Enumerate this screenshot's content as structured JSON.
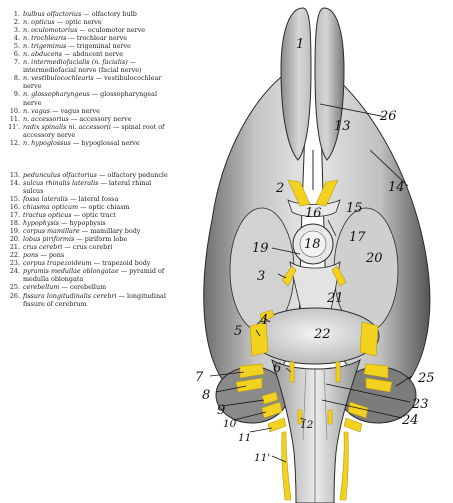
{
  "legend": [
    {
      "num": "1.",
      "lat": "bulbus olfactorius",
      "eng": "olfactory bulb"
    },
    {
      "num": "2.",
      "lat": "n. opticus",
      "eng": "optic nerve"
    },
    {
      "num": "3.",
      "lat": "n. oculomotorius",
      "eng": "oculomotor nerve"
    },
    {
      "num": "4.",
      "lat": "n. trochlearis",
      "eng": "trochlear nerve"
    },
    {
      "num": "5.",
      "lat": "n. trigeminus",
      "eng": "trigeminal nerve"
    },
    {
      "num": "6.",
      "lat": "n. abducens",
      "eng": "abducent nerve"
    },
    {
      "num": "7.",
      "lat": "n. intermediofacialis (n. facialis)",
      "eng": "intermediofacial nerve (facial nerve)"
    },
    {
      "num": "8.",
      "lat": "n. vestibulocochlearis",
      "eng": "vestibulocochlear nerve"
    },
    {
      "num": "9.",
      "lat": "n. glossopharyngeus",
      "eng": "glossopharyngeal nerve"
    },
    {
      "num": "10.",
      "lat": "n. vagus",
      "eng": "vagus nerve"
    },
    {
      "num": "11.",
      "lat": "n. accessorius",
      "eng": "accessory nerve"
    },
    {
      "num": "11'.",
      "lat": "radix spinalis ni. accessorii",
      "eng": "spinal root of accessory nerve"
    },
    {
      "num": "12.",
      "lat": "n. hypoglossus",
      "eng": "hypoglossal nerve"
    },
    {
      "num": "13.",
      "lat": "pedunculus olfactorius",
      "eng": "olfactory peduncle"
    },
    {
      "num": "14.",
      "lat": "sulcus rhinalis lateralis",
      "eng": "lateral rhinal sulcus"
    },
    {
      "num": "15.",
      "lat": "fossa lateralis",
      "eng": "lateral fossa"
    },
    {
      "num": "16.",
      "lat": "chiasma opticum",
      "eng": "optic chiasm"
    },
    {
      "num": "17.",
      "lat": "tractus opticus",
      "eng": "optic tract"
    },
    {
      "num": "18.",
      "lat": "hypophysis",
      "eng": "hypophysis"
    },
    {
      "num": "19.",
      "lat": "corpus mamillare",
      "eng": "mamillary body"
    },
    {
      "num": "20.",
      "lat": "lobus piriformis",
      "eng": "piriform lobe"
    },
    {
      "num": "21.",
      "lat": "crus cerebri",
      "eng": "crus cerebri"
    },
    {
      "num": "22.",
      "lat": "pons",
      "eng": "pons"
    },
    {
      "num": "23.",
      "lat": "corpus trapezoideum",
      "eng": "trapezoid body"
    },
    {
      "num": "24.",
      "lat": "pyramis medullae oblongatae",
      "eng": "pyramid of medulla oblongata"
    },
    {
      "num": "25.",
      "lat": "cerebellum",
      "eng": "cerebellum"
    },
    {
      "num": "26.",
      "lat": "fissura longitudinalis cerebri",
      "eng": "longitudinal fissure of cerebrum"
    }
  ],
  "figure_labels": {
    "l1": "1",
    "l2": "2",
    "l3": "3",
    "l4": "4",
    "l5": "5",
    "l6": "6",
    "l7": "7",
    "l8": "8",
    "l9": "9",
    "l10": "10",
    "l11": "11",
    "l11p": "11'",
    "l12": "12",
    "l13": "13",
    "l14": "14",
    "l15": "15",
    "l16": "16",
    "l17": "17",
    "l18": "18",
    "l19": "19",
    "l20": "20",
    "l21": "21",
    "l22": "22",
    "l23": "23",
    "l24": "24",
    "l25": "25",
    "l26": "26"
  },
  "colors": {
    "nerve": "#f2d21e",
    "tissue": "#c9c9c9",
    "outline": "#2a2a2a"
  }
}
